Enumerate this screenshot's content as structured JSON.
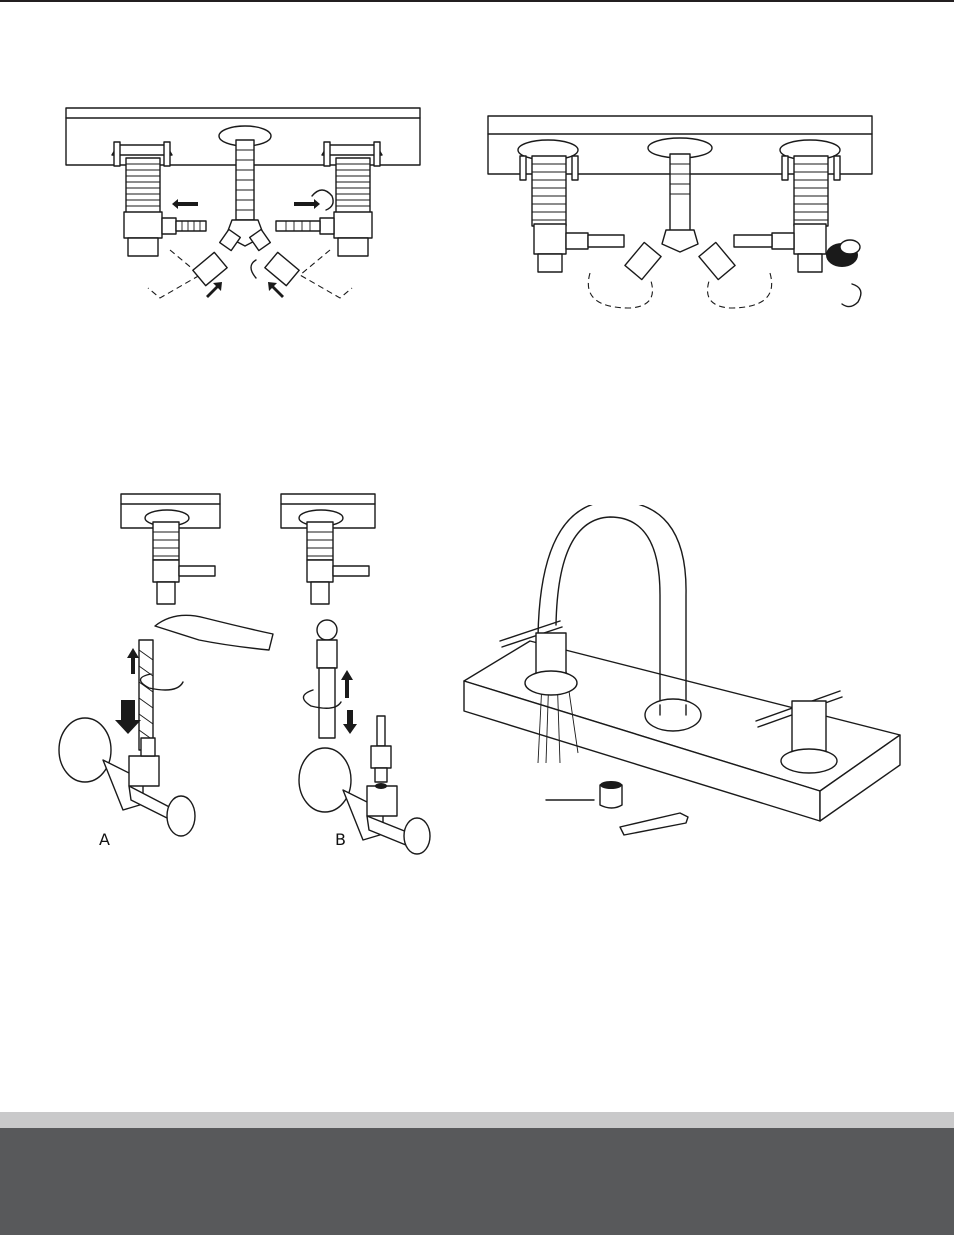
{
  "page": {
    "footer_light_color": "#c9c9ca",
    "footer_dark_color": "#58595b",
    "rule_color": "#231f20"
  },
  "figures": {
    "supply_tee_assembly": {
      "icon": "y-connector-assembly-diagram"
    },
    "supply_tee_connected": {
      "icon": "y-connector-installed-diagram"
    },
    "supply_line_options": {
      "icon": "supply-line-connection-diagram",
      "label_a": "A",
      "label_b": "B"
    },
    "faucet_complete": {
      "icon": "widespread-faucet-aerator-diagram"
    }
  }
}
